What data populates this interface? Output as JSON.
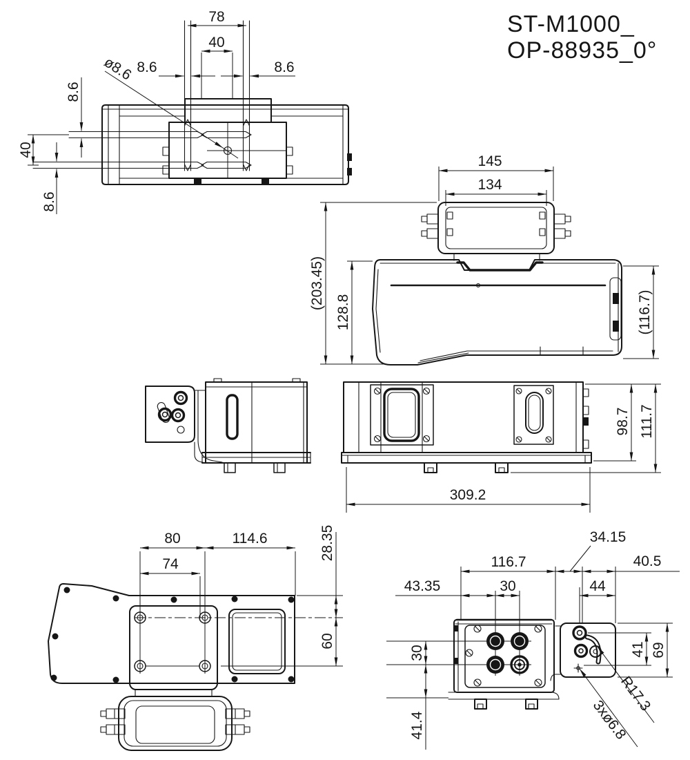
{
  "title": {
    "line1": "ST-M1000_",
    "line2": "OP-88935_0°"
  },
  "views": {
    "top": {
      "name": "top-view",
      "dims": {
        "top_width": "78",
        "inner_width": "40",
        "slot_left": "8.6",
        "slot_right": "8.6",
        "hole_dia": "ø8.6",
        "side_top": "8.6",
        "side_mid": "40",
        "side_bot": "8.6"
      }
    },
    "side": {
      "name": "side-view",
      "dims": {
        "bracket_outer": "145",
        "bracket_inner": "134",
        "total_height": "(203.45)",
        "body_height": "128.8",
        "right_height": "(116.7)"
      }
    },
    "end": {
      "name": "end-view"
    },
    "front": {
      "name": "front-view",
      "dims": {
        "body_height": "98.7",
        "total_height": "111.7",
        "total_width": "309.2"
      }
    },
    "bottom": {
      "name": "bottom-view",
      "dims": {
        "hole_span": "80",
        "hole_span_inner": "74",
        "offset_right": "114.6",
        "top_offset": "28.35",
        "hole_pitch": "60"
      }
    },
    "rear": {
      "name": "rear-view",
      "dims": {
        "offset_3415": "34.15",
        "width_1167": "116.7",
        "offset_405": "40.5",
        "offset_4335": "43.35",
        "pitch_30h": "30",
        "offset_44": "44",
        "pitch_30v": "30",
        "pitch_41": "41",
        "height_69": "69",
        "height_414": "41.4",
        "radius": "R17.3",
        "holes": "3xø6.8"
      }
    }
  }
}
